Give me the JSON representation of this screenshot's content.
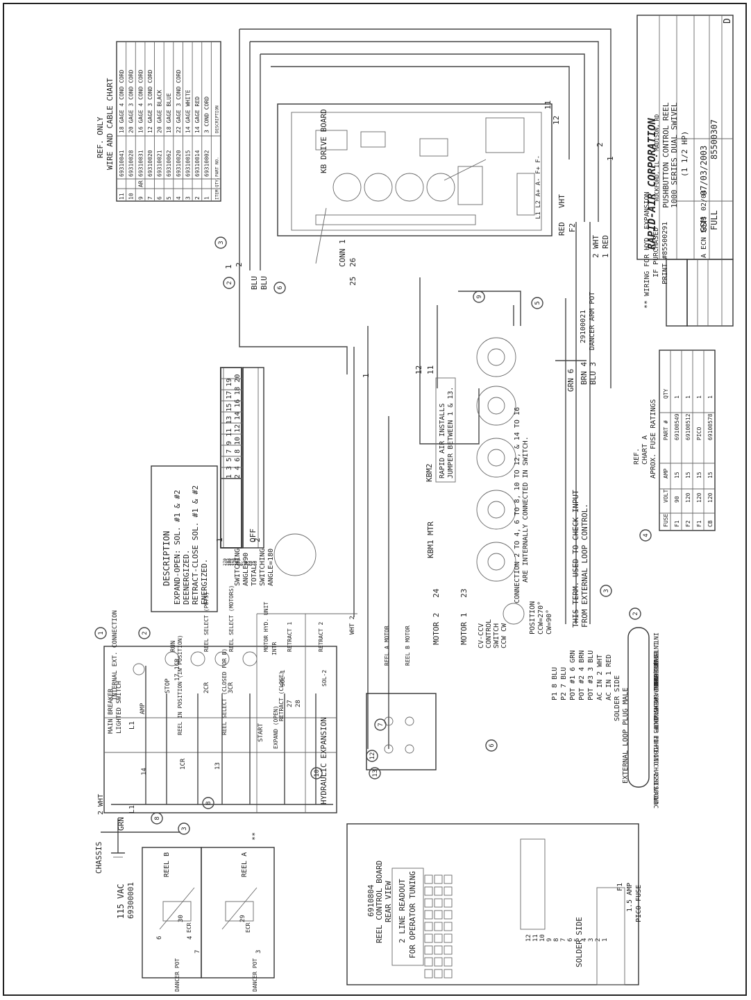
{
  "title_block": {
    "company": "RAPID-AIR CORPORATION",
    "address": "ROCKFORD, IL • MADISON, RD",
    "description_1": "PUSHBUTTON CONTROL REEL",
    "description_2": "1000 SERIES DUAL SWIVEL",
    "description_3": "(1 1/2 HP)",
    "drawn_by": "GSM",
    "date": "07/03/2003",
    "scale": "FULL",
    "drawing_number": "85500307",
    "revision": "D",
    "ecn_rev": "A",
    "ecn": "ECN 5013",
    "ecn_date": "02/04"
  },
  "wire_chart": {
    "title_1": "REF. ONLY",
    "title_2": "WIRE AND CABLE CHART",
    "headers": [
      "ITEM",
      "QTY.",
      "PART NO.",
      "DESCRIPTION"
    ],
    "rows": [
      [
        "11",
        "",
        "69310041",
        "18 GAGE 4 COND CORD"
      ],
      [
        "10",
        "",
        "69310028",
        "20 GAGE 3 COND CORD"
      ],
      [
        "9",
        "AR",
        "69310031",
        "16 GAGE 4 COND CORD"
      ],
      [
        "7",
        "",
        "69310020",
        "12 GAGE 3 COND CORD"
      ],
      [
        "6",
        "",
        "69310021",
        "20 GAGE BLACK"
      ],
      [
        "5",
        "",
        "69310062",
        "18 GAGE BLUE"
      ],
      [
        "4",
        "",
        "69310020",
        "22 GAGE 3 COND CORD"
      ],
      [
        "3",
        "",
        "69310015",
        "14 GAGE WHITE"
      ],
      [
        "2",
        "",
        "69310014",
        "14 GAGE RED"
      ],
      [
        "1",
        "",
        "69310002",
        "3 COND CORD"
      ]
    ]
  },
  "kb_board": {
    "label": "KB DRIVE BOARD",
    "terminals": "L1 L2 A+ A- F+ F-",
    "wht": "VHT",
    "red": "RED",
    "f2": "F2",
    "conn": "CONN 1",
    "conn_pins": "26",
    "conn_25": "25"
  },
  "hyd_note": {
    "line1": "** WIRING FOR HYD. EXPANSION",
    "line2": "IF PURCHASED",
    "line3": "PRINT #85500291"
  },
  "fuse_chart": {
    "title_1": "REF.",
    "title_2": "CHART A",
    "title_3": "APROX. FUSE RATINGS",
    "headers": [
      "FUSE",
      "VOLT",
      "AMP",
      "PART #",
      "QTY"
    ],
    "rows": [
      [
        "F1",
        "90",
        "15",
        "69100549",
        "1"
      ],
      [
        "F2",
        "120",
        "15",
        "69100512",
        "1"
      ],
      [
        "F1",
        "120",
        "15",
        "PICO",
        "1"
      ],
      [
        "CB",
        "120",
        "15",
        "69100578",
        "1"
      ]
    ]
  },
  "description_box": {
    "title": "DESCRIPTION",
    "line1": "EXPAND-OPEN: SOL. #1 & #2",
    "line2": "DEENERGIZED.",
    "line3": "RETRACT-CLOSE SOL. #1 & #2",
    "line4": "ENERGIZED."
  },
  "switching": {
    "line1": "SWITCHING",
    "line2": "ANGLE=90",
    "line3": "TOTAL",
    "line4": "SWITCHING",
    "line5": "ANGLE=180",
    "angles": [
      "270",
      "285",
      "300",
      "315",
      "330",
      "345",
      "OFF",
      "0",
      "15",
      "30",
      "45",
      "60",
      "75",
      "90"
    ],
    "pos_1": "1",
    "pos_off": "OFF",
    "pos_2": "2",
    "contacts_odd": "1 3 5 7 9 11 13 15 17 19",
    "contacts_even": "2 4 6 8 10 12 14 16 18 20"
  },
  "switch_labels": {
    "kbm2": "KBM2",
    "jumper_1": "RAPID AIR INSTALLS",
    "jumper_2": "JUMPER BETWEEN 1 & 13.",
    "kbm1": "KBM1 MTR",
    "conn_note_1": "CONNECTION 2 TO 4, 6 TO 8, 10 TO 12, & 14 TO 16",
    "conn_note_2": "ARE INTERNALLY CONNECTED IN SWITCH.",
    "cw_1": "CV-CCV",
    "cw_2": "CONTROL",
    "cw_3": "SWITCH",
    "cw_4": "CCW CW",
    "position_1": "POSITION",
    "position_2": "CCW=270°",
    "position_3": "CW=90°",
    "motor_1": "MOTOR 1",
    "motor_2": "MOTOR 2",
    "w23": "23",
    "w24": "24",
    "w11": "11",
    "w12": "12"
  },
  "dancer": {
    "part": "29100021",
    "label": "DANCER ARM POT",
    "grn": "GRN 6",
    "brn": "BRN 4",
    "blu": "BLU 3"
  },
  "term_note": {
    "line1": "THIS TERM. USED TO CHECK INPUT",
    "line2": "FROM EXTERNAL LOOP CONTROL."
  },
  "pot_wires": [
    "P1    8  BLU",
    "P2    7  BLU",
    "POT #1 6 GRN",
    "POT #2 4 BRN",
    "POT #3 3 BLU",
    "AC IN  2 WHT",
    "AC IN  1 RED"
  ],
  "plug": {
    "label_1": "SOLDER SIDE",
    "label_2": "EXTERNAL LOOP PLUG MALE",
    "signals": [
      "INT. PAY/REWIND",
      "INTERNAL/EXT.",
      "LOGIC GND",
      "JOG ADJ",
      "REWIND",
      "JOG SW",
      "PAYOUT",
      "REWIND",
      "PAYOUT",
      "INTP INHIBIT",
      "P3",
      "P2",
      "P1",
      "GND",
      "CHASSIS GND",
      "120 VAC",
      "120 VAC"
    ]
  },
  "ladder": {
    "chassis": "CHASSIS",
    "vac": "115 VAC",
    "vac_part": "69300001",
    "grn": "GRN",
    "wht2": "2 WHT",
    "l1": "L1",
    "l1b": "L1",
    "main_breaker": "MAIN BREAKER",
    "lighted_switch": "LIGHTED SWITCH",
    "amp": "AMP",
    "internal_ext": "INTERNAL EXT. CONNECTION",
    "run": "RUN",
    "stop": "STOP",
    "reel_in": "REEL IN POSITION (IN POSITION)",
    "reel_select_pots": "REEL SELECT (POTS)",
    "reel_select_motors": "REEL SELECT (MOTORS)",
    "reel_select_closed": "REEL SELECT (CLOSED FOR B)",
    "motor_hyd": "MOTOR HYD. UNIT",
    "intr": "INTR",
    "sol1": "SOL-1",
    "sol2": "SOL-2",
    "retract1": "RETRACT 1",
    "retract2": "RETRACT 2",
    "start": "START",
    "expand_open": "EXPAND (OPEN)",
    "retract_close": "RETRACT (CLOSE)",
    "hydraulic": "HYDRAULIC EXPANSION",
    "wht2b": "WHT 2",
    "w14": "14",
    "w13": "13",
    "w27": "27",
    "w28": "28",
    "r1cr": "1CR",
    "r2cr": "2CR",
    "r3cr": "3CR",
    "r17": "17 1CR",
    "reel_a": "REEL A MOTOR",
    "reel_b": "REEL B MOTOR",
    "stars": "**"
  },
  "board": {
    "part": "6910804",
    "label_1": "REEL CONTROL BOARD",
    "label_2": "REAR VIEW",
    "readout_1": "2 LINE READOUT",
    "readout_2": "FOR OPERATOR TUNING",
    "solder_side": "SOLDER SIDE",
    "fuse_1": "1.5 AMP",
    "fuse_2": "PICO FUSE",
    "f1": "F1",
    "terminals": [
      "12",
      "11",
      "10",
      "9",
      "8",
      "7",
      "6",
      "5",
      "4",
      "3",
      "2",
      "1"
    ]
  },
  "pots": {
    "reel_b": "REEL B",
    "reel_a": "REEL A",
    "dancer_pot": "DANCER POT",
    "ecr": "ECR",
    "w30": "30",
    "w29": "29",
    "w6": "6",
    "w4": "4",
    "w7": "7",
    "w3": "3"
  },
  "wire_numbers": {
    "n1": "1",
    "n2": "2",
    "n11": "11",
    "n12": "12",
    "n6": "6",
    "blu": "BLU",
    "wht2": "2 WHT",
    "red1": "1 RED"
  },
  "balloons": [
    "1",
    "2",
    "3",
    "4",
    "5",
    "6",
    "7",
    "8",
    "9",
    "10",
    "12",
    "13"
  ]
}
